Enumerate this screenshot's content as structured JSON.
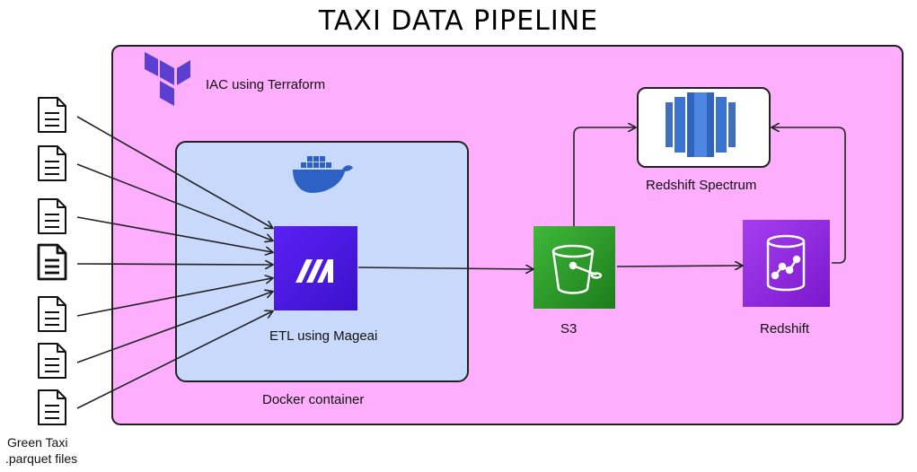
{
  "title": "TAXI DATA PIPELINE",
  "iac": {
    "label": "IAC using Terraform",
    "icon": "terraform-icon"
  },
  "docker": {
    "label": "Docker container",
    "icon": "docker-whale-icon"
  },
  "etl": {
    "label": "ETL using Mageai",
    "icon": "mage-ai-icon"
  },
  "s3": {
    "label": "S3",
    "icon": "s3-bucket-icon"
  },
  "redshift": {
    "label": "Redshift",
    "icon": "redshift-icon"
  },
  "spectrum": {
    "label": "Redshift Spectrum",
    "icon": "redshift-spectrum-icon"
  },
  "source": {
    "label_line1": "Green Taxi",
    "label_line2": ".parquet files",
    "file_count": 7,
    "icon": "file-icon"
  },
  "colors": {
    "iac_panel": "#fdaefc",
    "docker_panel": "#c8d9fb",
    "mage_tile": "#4a17e0",
    "s3_tile": "#2e9a2c",
    "redshift_tile": "#8f2ae0",
    "terraform": "#5c3fd1",
    "docker": "#2d62c4",
    "spectrum": "#2d5fb6"
  }
}
